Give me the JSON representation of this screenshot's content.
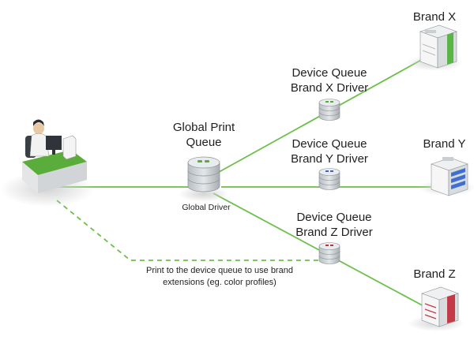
{
  "global_queue": {
    "title_line1": "Global Print",
    "title_line2": "Queue",
    "driver_label": "Global Driver"
  },
  "device_queues": [
    {
      "line1": "Device Queue",
      "line2": "Brand X Driver",
      "accent": "#4fae3a"
    },
    {
      "line1": "Device Queue",
      "line2": "Brand Y Driver",
      "accent": "#3b63c4"
    },
    {
      "line1": "Device Queue",
      "line2": "Brand Z Driver",
      "accent": "#c0323a"
    }
  ],
  "printers": [
    {
      "name": "Brand X",
      "accent": "#5bb544"
    },
    {
      "name": "Brand Y",
      "accent": "#3f6fd0"
    },
    {
      "name": "Brand Z",
      "accent": "#c33a48"
    }
  ],
  "note": {
    "line1": "Print to the device queue to use brand",
    "line2": "extensions (eg. color profiles)"
  },
  "colors": {
    "connector": "#6cbf4a",
    "desk_green": "#5aad3a",
    "disk_body": "#cfd3d6"
  }
}
